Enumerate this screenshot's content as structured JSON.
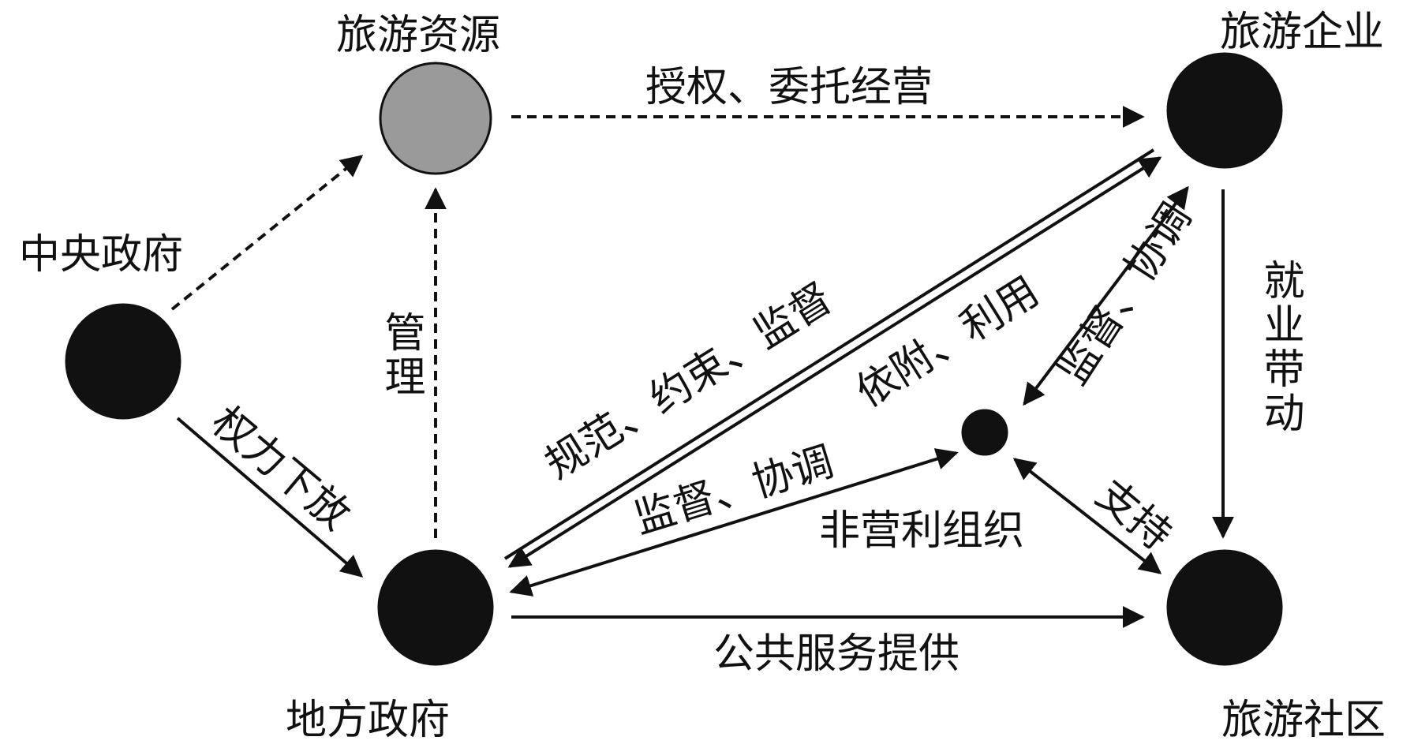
{
  "nodes": {
    "resource": {
      "label": "旅游资源",
      "color": "#9a9a9a"
    },
    "enterprise": {
      "label": "旅游企业",
      "color": "#111111"
    },
    "central": {
      "label": "中央政府",
      "color": "#111111"
    },
    "local": {
      "label": "地方政府",
      "color": "#111111"
    },
    "community": {
      "label": "旅游社区",
      "color": "#111111"
    },
    "nonprofit": {
      "label": "非营利组织",
      "color": "#111111"
    }
  },
  "edges": {
    "authorize": "授权、委托经营",
    "manage": "管理",
    "delegate": "权力下放",
    "regulate": "规范、约束、监督",
    "depend": "依附、利用",
    "supervise_np": "监督、协调",
    "supervise_ent": "监督、协调",
    "employment": "就业带动",
    "support": "支持",
    "public_service": "公共服务提供"
  }
}
